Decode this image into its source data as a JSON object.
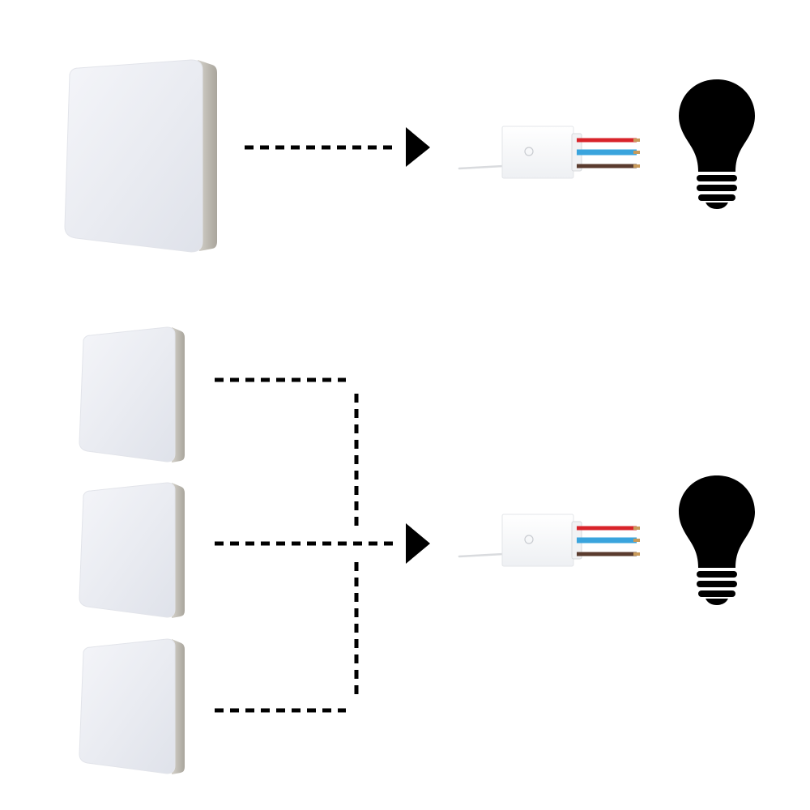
{
  "diagram": {
    "type": "wireless-switch-wiring",
    "background_color": "#ffffff",
    "connector_color": "#000000",
    "bulb_color": "#000000",
    "switch_face_color": "#eceef3",
    "switch_edge_color": "#bdbab2",
    "wire_colors": {
      "live": "#d8232a",
      "neutral": "#3aa4dd",
      "load": "#5a3b2e"
    },
    "icons": [
      "wall-switch-icon",
      "receiver-icon",
      "light-bulb-icon",
      "arrow-head-icon"
    ],
    "scenarios": [
      {
        "id": "single",
        "switch_count": 1,
        "receiver_count": 1,
        "bulb_count": 1
      },
      {
        "id": "multi",
        "switch_count": 3,
        "receiver_count": 1,
        "bulb_count": 1
      }
    ]
  }
}
